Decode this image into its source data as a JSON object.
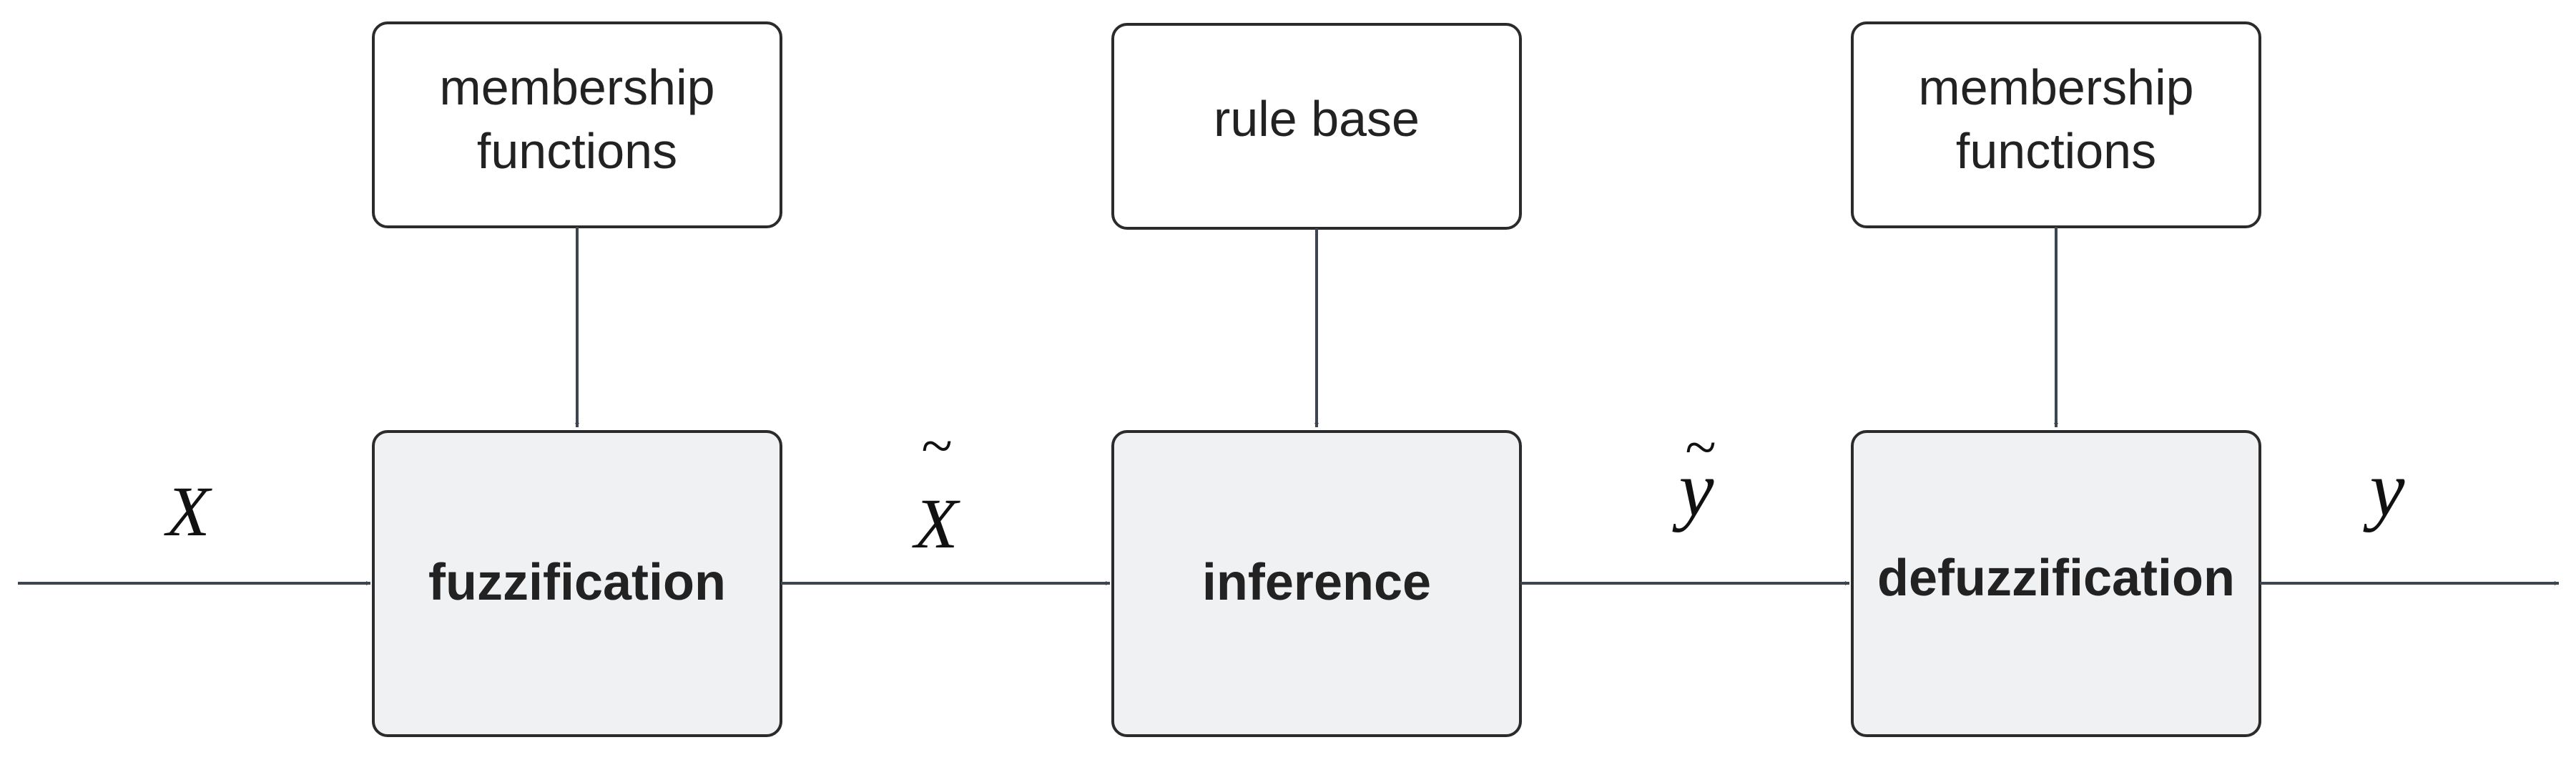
{
  "colors": {
    "top_box_fill": "#ffffff",
    "main_box_fill": "#f0f1f3",
    "box_stroke": "#2b2b2b",
    "line": "#3c4550"
  },
  "boxes": {
    "mf_in": {
      "line1": "membership",
      "line2": "functions"
    },
    "rule_base": {
      "label": "rule base"
    },
    "mf_out": {
      "line1": "membership",
      "line2": "functions"
    },
    "fuzzification": {
      "label": "fuzzification"
    },
    "inference": {
      "label": "inference"
    },
    "defuzzification": {
      "label": "defuzzification"
    }
  },
  "signals": {
    "input": {
      "symbol": "X"
    },
    "fuzzy_input": {
      "symbol": "X",
      "accent": "~"
    },
    "fuzzy_output": {
      "symbol": "y",
      "accent": "~"
    },
    "output": {
      "symbol": "y"
    }
  }
}
